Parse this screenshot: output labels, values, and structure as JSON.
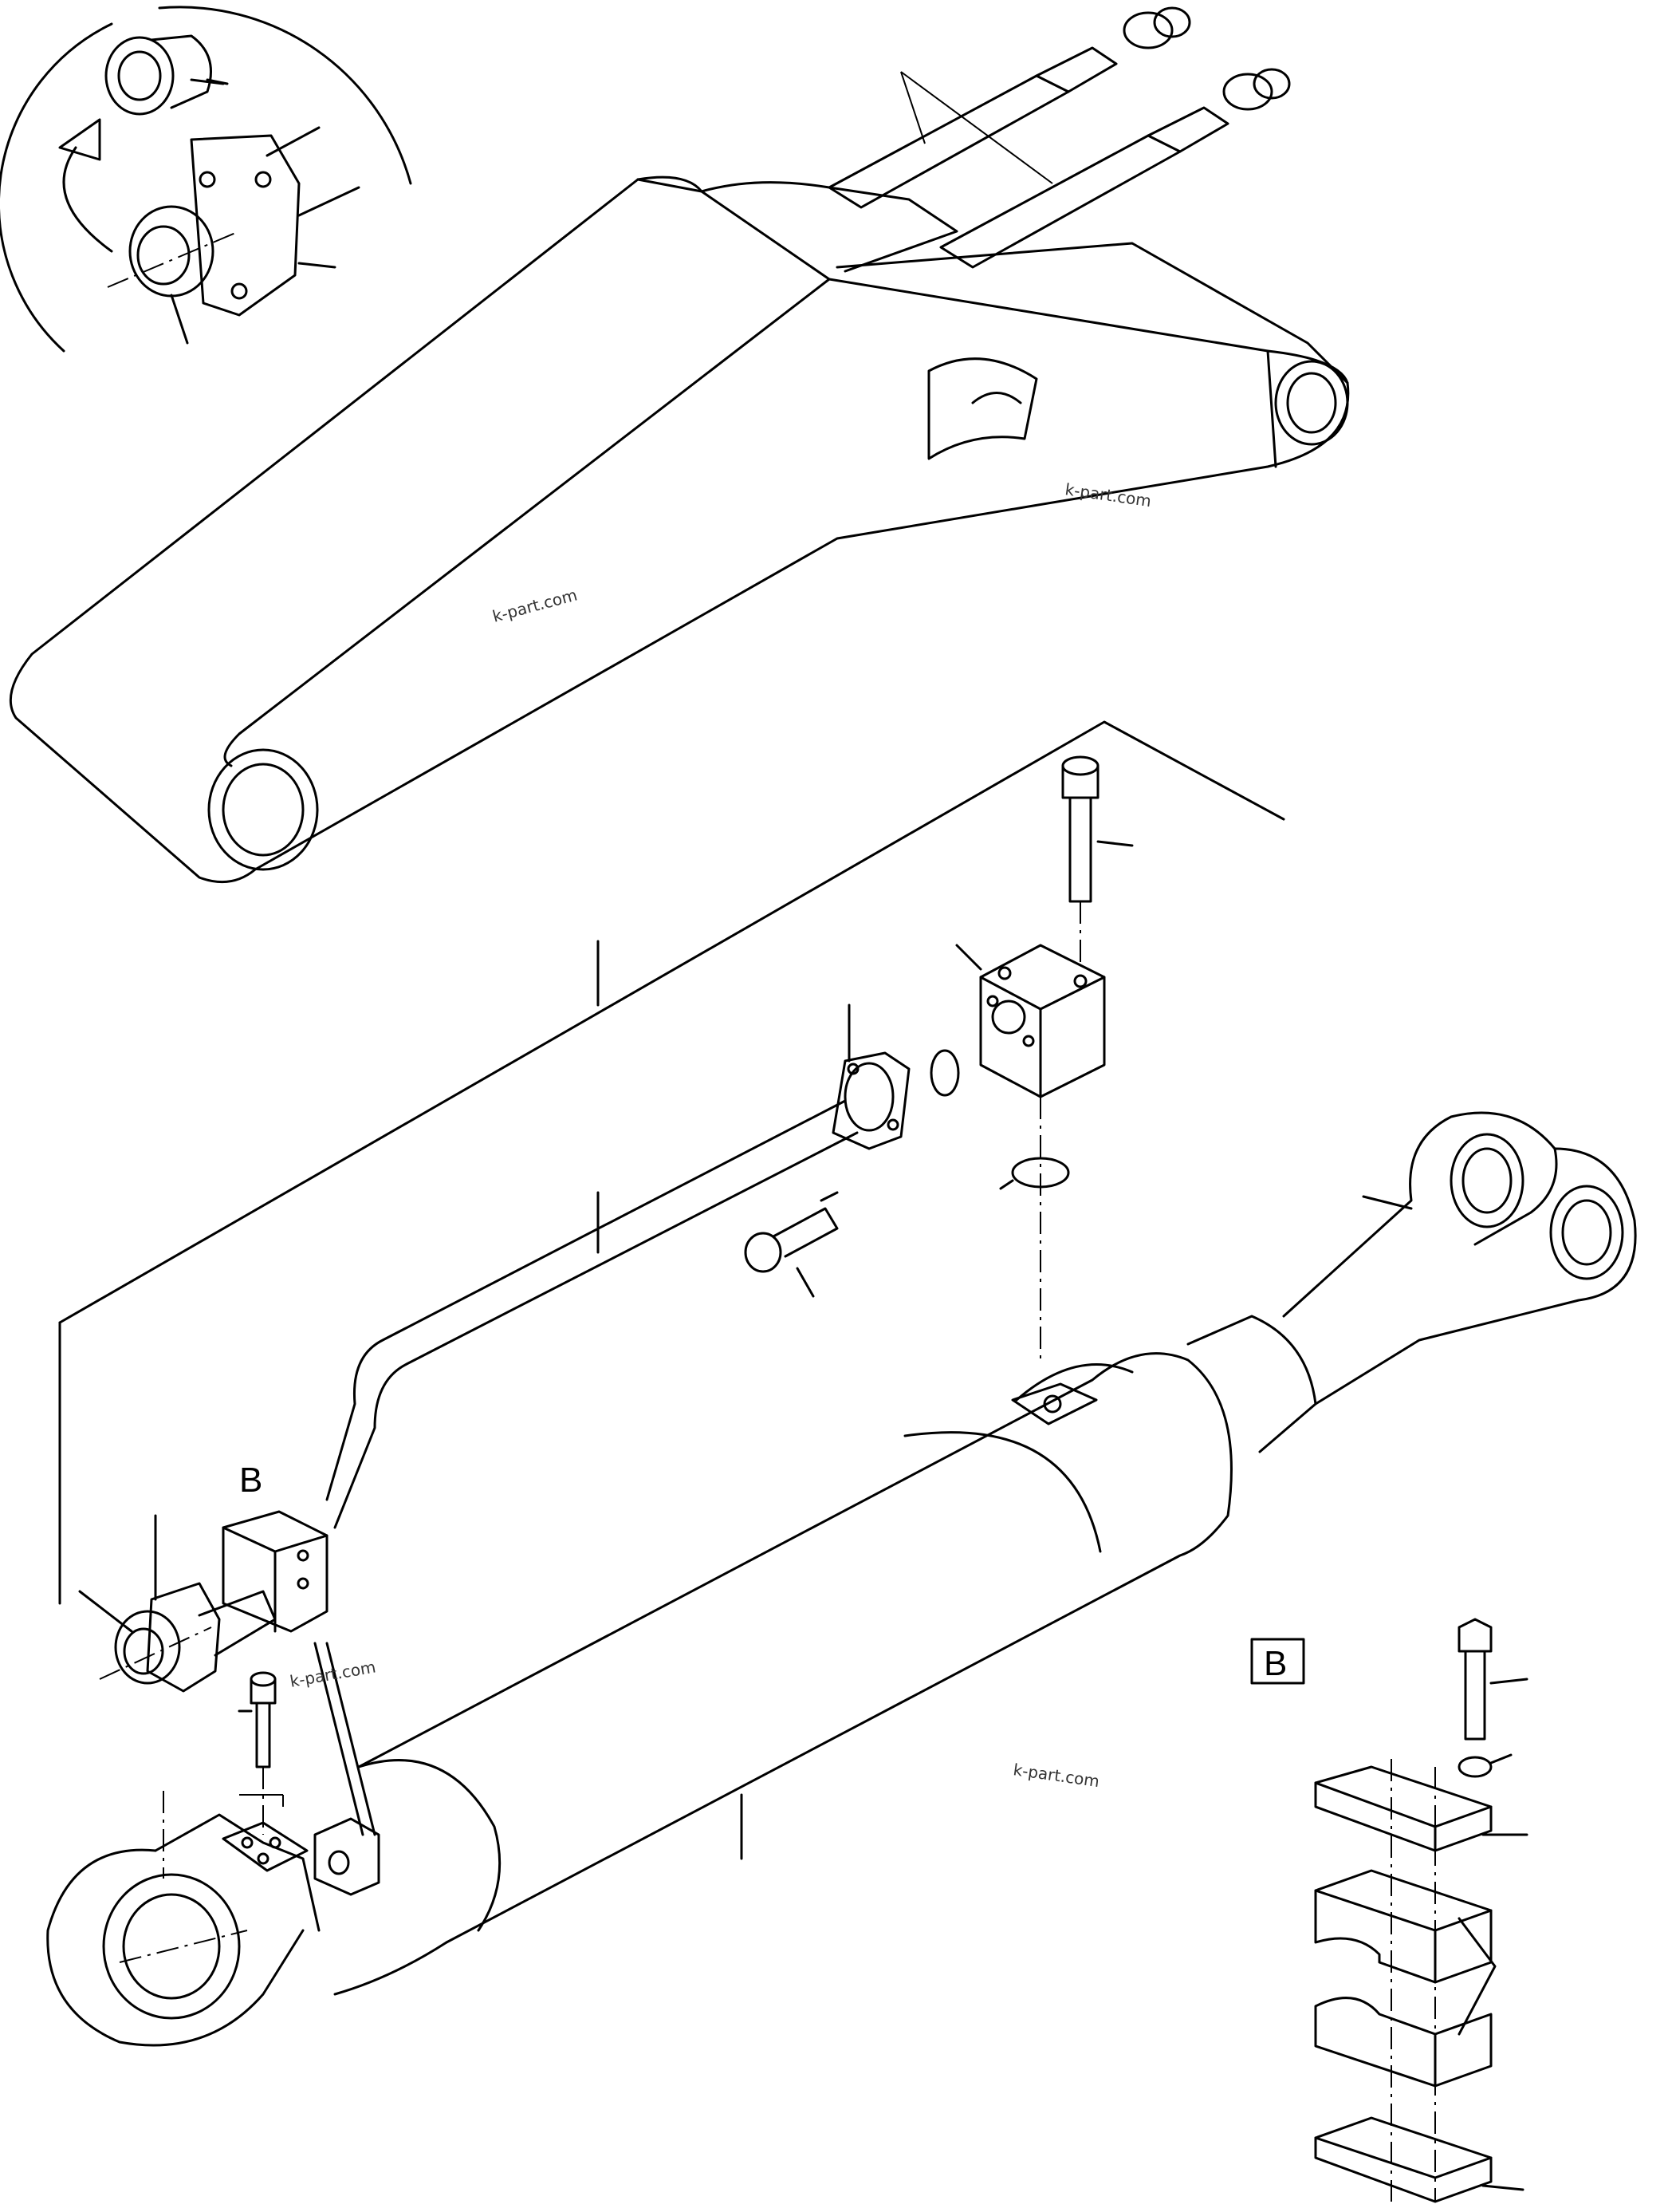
{
  "view_label": "B",
  "detail_label": "B",
  "watermarks": [
    "k-part.com",
    "k-part.com",
    "k-part.com",
    "k-part.com"
  ]
}
